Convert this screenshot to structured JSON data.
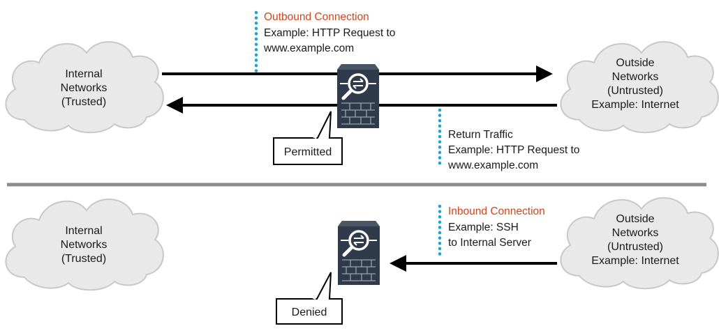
{
  "colors": {
    "accent": "#d2461c",
    "dotted": "#1ea3d6",
    "arrow": "#000000",
    "divider": "#8c8c8c",
    "firewall_body": "#2f3a4a",
    "cloud_fill": "#e9e9e9",
    "cloud_stroke": "#c8c8c8"
  },
  "top": {
    "internal_cloud": {
      "lines": [
        "Internal",
        "Networks",
        "(Trusted)"
      ]
    },
    "outside_cloud": {
      "lines": [
        "Outside",
        "Networks",
        "(Untrusted)",
        "Example: Internet"
      ]
    },
    "outbound_note": {
      "heading": "Outbound Connection",
      "lines": [
        "Example: HTTP Request to",
        "www.example.com"
      ]
    },
    "return_note": {
      "lines": [
        "Return Traffic",
        "Example: HTTP Request to",
        "www.example.com"
      ]
    },
    "firewall_icon": "firewall-icon",
    "callout_label": "Permitted"
  },
  "bottom": {
    "internal_cloud": {
      "lines": [
        "Internal",
        "Networks",
        "(Trusted)"
      ]
    },
    "outside_cloud": {
      "lines": [
        "Outside",
        "Networks",
        "(Untrusted)",
        "Example: Internet"
      ]
    },
    "inbound_note": {
      "heading": "Inbound Connection",
      "lines": [
        "Example: SSH",
        "to Internal Server"
      ]
    },
    "firewall_icon": "firewall-icon",
    "callout_label": "Denied"
  }
}
